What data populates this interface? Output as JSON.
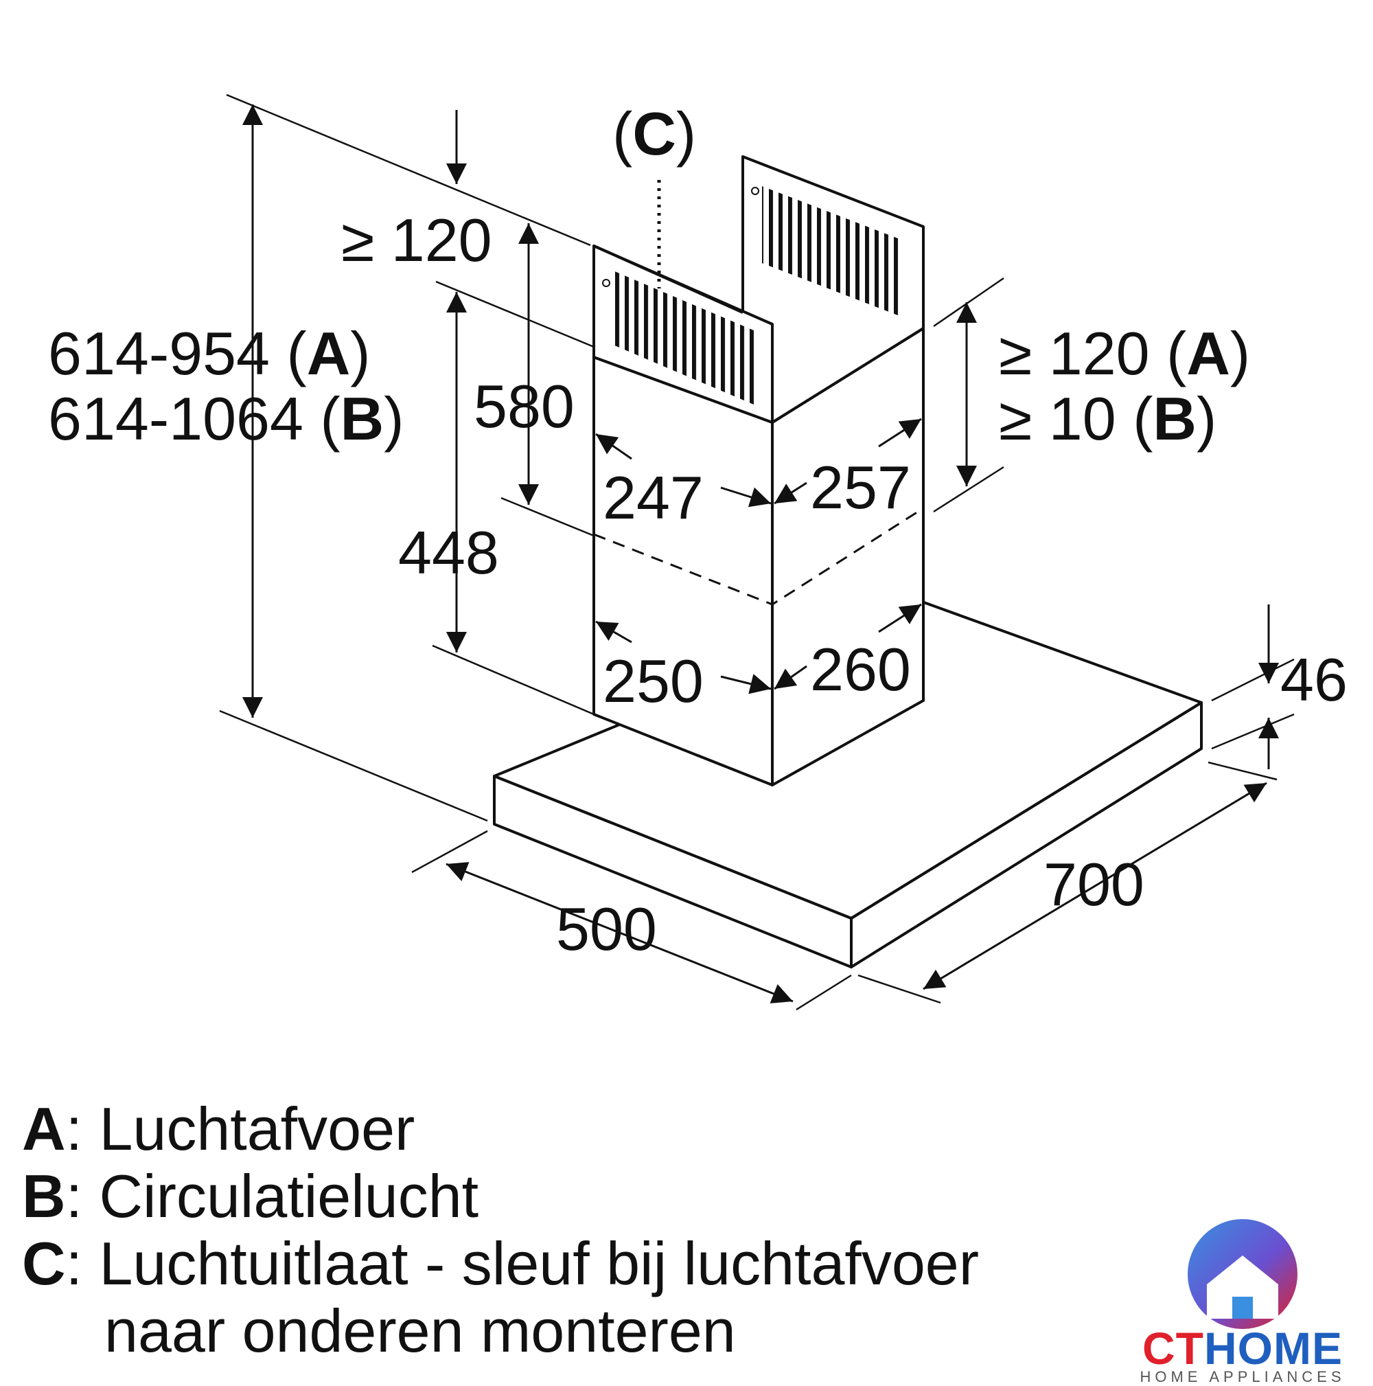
{
  "dimensions": {
    "outlet_label": {
      "open": "(",
      "key": "C",
      "close": ")"
    },
    "total_height": {
      "line_a": {
        "value": "614-954 (",
        "key": "A",
        "close": ")"
      },
      "line_b": {
        "value": "614-1064 (",
        "key": "B",
        "close": ")"
      }
    },
    "top_clearance": "≥ 120",
    "chimney_upper": "580",
    "chimney_lower": "448",
    "side_clearance": {
      "line_a": {
        "value": "≥ 120 (",
        "key": "A",
        "close": ")"
      },
      "line_b": {
        "value": "≥ 10 (",
        "key": "B",
        "close": ")"
      }
    },
    "upper_width_left": "247",
    "upper_width_right": "257",
    "lower_width_left": "250",
    "lower_width_right": "260",
    "canopy_height": "46",
    "canopy_depth": "500",
    "canopy_width": "700"
  },
  "legend": [
    {
      "key": "A",
      "text": ": Luchtafvoer"
    },
    {
      "key": "B",
      "text": ": Circulatielucht"
    },
    {
      "key": "C",
      "text": ": Luchtuitlaat - sleuf bij luchtafvoer"
    },
    {
      "key": "",
      "text": "naar onderen monteren"
    }
  ],
  "brand": {
    "ct": "CT",
    "home": "HOME",
    "tagline": "HOME APPLIANCES"
  },
  "colors": {
    "line": "#111111",
    "brand_red": "#e0202a",
    "brand_blue": "#1f5fbf"
  }
}
